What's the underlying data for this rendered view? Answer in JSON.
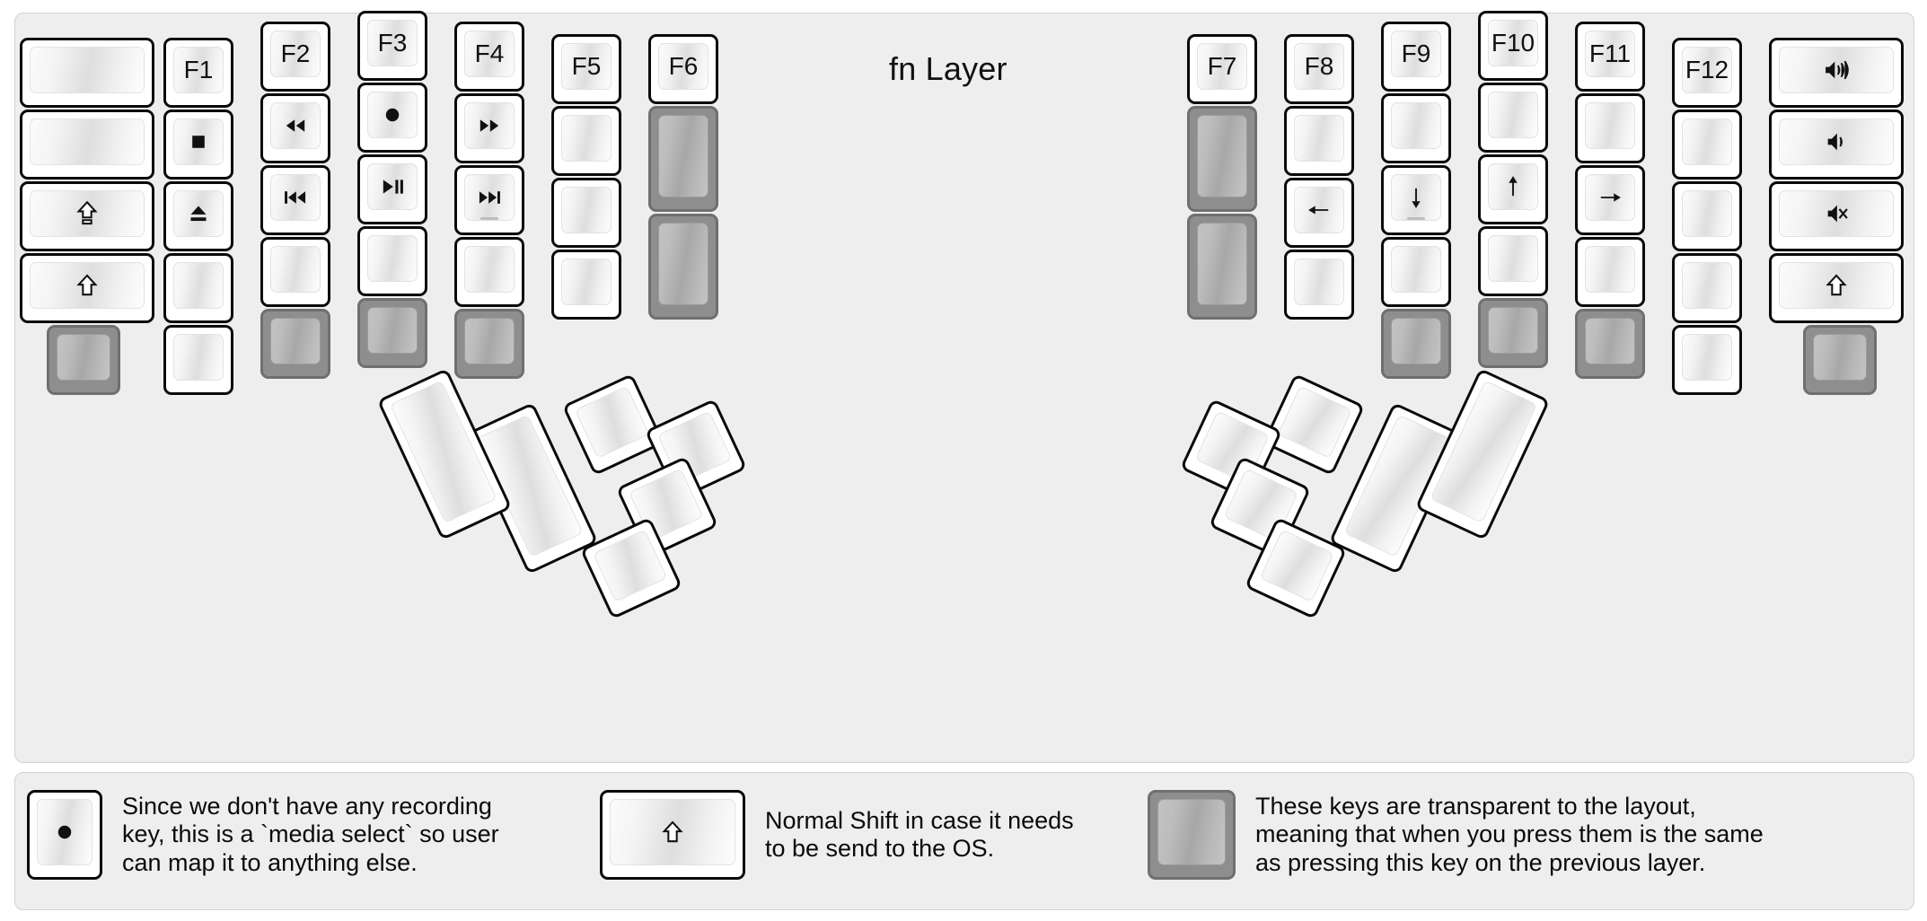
{
  "page": {
    "title": "fn Layer",
    "background": "#eeeeee",
    "key_fill": "#ffffff",
    "transparent_key_fill": "#8e8e8e",
    "outline": "#0a0a0a"
  },
  "left_half": {
    "name": "left-keyboard-half",
    "columns": [
      {
        "name": "col-outer-left",
        "keys": [
          {
            "label": "",
            "icon": "",
            "state": "normal"
          },
          {
            "label": "",
            "icon": "",
            "state": "normal"
          },
          {
            "label": "",
            "icon": "shift-lock-icon",
            "state": "normal"
          },
          {
            "label": "",
            "icon": "shift-icon",
            "state": "normal"
          },
          {
            "label": "",
            "icon": "",
            "state": "transparent"
          }
        ]
      },
      {
        "name": "col-f1",
        "keys": [
          {
            "label": "F1",
            "icon": "",
            "state": "normal"
          },
          {
            "label": "",
            "icon": "media-stop-icon",
            "state": "normal"
          },
          {
            "label": "",
            "icon": "media-eject-icon",
            "state": "normal"
          },
          {
            "label": "",
            "icon": "",
            "state": "normal"
          },
          {
            "label": "",
            "icon": "",
            "state": "normal"
          }
        ]
      },
      {
        "name": "col-f2",
        "keys": [
          {
            "label": "F2",
            "icon": "",
            "state": "normal"
          },
          {
            "label": "",
            "icon": "media-rewind-icon",
            "state": "normal"
          },
          {
            "label": "",
            "icon": "media-previous-icon",
            "state": "normal"
          },
          {
            "label": "",
            "icon": "",
            "state": "normal"
          },
          {
            "label": "",
            "icon": "",
            "state": "transparent"
          }
        ]
      },
      {
        "name": "col-f3",
        "keys": [
          {
            "label": "F3",
            "icon": "",
            "state": "normal"
          },
          {
            "label": "",
            "icon": "media-record-icon",
            "state": "normal"
          },
          {
            "label": "",
            "icon": "media-play-pause-icon",
            "state": "normal"
          },
          {
            "label": "",
            "icon": "",
            "state": "normal"
          },
          {
            "label": "",
            "icon": "",
            "state": "transparent"
          }
        ]
      },
      {
        "name": "col-f4",
        "keys": [
          {
            "label": "F4",
            "icon": "",
            "state": "normal"
          },
          {
            "label": "",
            "icon": "media-fast-forward-icon",
            "state": "normal"
          },
          {
            "label": "",
            "icon": "media-next-icon",
            "state": "normal"
          },
          {
            "label": "",
            "icon": "",
            "state": "normal"
          },
          {
            "label": "",
            "icon": "",
            "state": "transparent"
          }
        ]
      },
      {
        "name": "col-f5",
        "keys": [
          {
            "label": "F5",
            "icon": "",
            "state": "normal"
          },
          {
            "label": "",
            "icon": "",
            "state": "normal"
          },
          {
            "label": "",
            "icon": "",
            "state": "normal"
          },
          {
            "label": "",
            "icon": "",
            "state": "normal"
          }
        ]
      },
      {
        "name": "col-f6",
        "keys": [
          {
            "label": "F6",
            "icon": "",
            "state": "normal"
          },
          {
            "label": "",
            "icon": "",
            "state": "transparent"
          },
          {
            "label": "",
            "icon": "",
            "state": "transparent"
          }
        ]
      }
    ],
    "thumb_cluster": {
      "name": "left-thumb-cluster",
      "keys": [
        {
          "label": "",
          "icon": "",
          "state": "normal"
        },
        {
          "label": "",
          "icon": "",
          "state": "normal"
        },
        {
          "label": "",
          "icon": "",
          "state": "normal"
        },
        {
          "label": "",
          "icon": "",
          "state": "normal"
        },
        {
          "label": "",
          "icon": "",
          "state": "normal"
        },
        {
          "label": "",
          "icon": "",
          "state": "normal"
        }
      ]
    }
  },
  "right_half": {
    "name": "right-keyboard-half",
    "columns": [
      {
        "name": "col-f7",
        "keys": [
          {
            "label": "F7",
            "icon": "",
            "state": "normal"
          },
          {
            "label": "",
            "icon": "",
            "state": "transparent"
          },
          {
            "label": "",
            "icon": "",
            "state": "transparent"
          }
        ]
      },
      {
        "name": "col-f8",
        "keys": [
          {
            "label": "F8",
            "icon": "",
            "state": "normal"
          },
          {
            "label": "",
            "icon": "",
            "state": "normal"
          },
          {
            "label": "",
            "icon": "arrow-left-icon",
            "state": "normal"
          },
          {
            "label": "",
            "icon": "",
            "state": "normal"
          }
        ]
      },
      {
        "name": "col-f9",
        "keys": [
          {
            "label": "F9",
            "icon": "",
            "state": "normal"
          },
          {
            "label": "",
            "icon": "",
            "state": "normal"
          },
          {
            "label": "",
            "icon": "arrow-down-icon",
            "state": "normal"
          },
          {
            "label": "",
            "icon": "",
            "state": "normal"
          },
          {
            "label": "",
            "icon": "",
            "state": "transparent"
          }
        ]
      },
      {
        "name": "col-f10",
        "keys": [
          {
            "label": "F10",
            "icon": "",
            "state": "normal"
          },
          {
            "label": "",
            "icon": "",
            "state": "normal"
          },
          {
            "label": "",
            "icon": "arrow-up-icon",
            "state": "normal"
          },
          {
            "label": "",
            "icon": "",
            "state": "normal"
          },
          {
            "label": "",
            "icon": "",
            "state": "transparent"
          }
        ]
      },
      {
        "name": "col-f11",
        "keys": [
          {
            "label": "F11",
            "icon": "",
            "state": "normal"
          },
          {
            "label": "",
            "icon": "",
            "state": "normal"
          },
          {
            "label": "",
            "icon": "arrow-right-icon",
            "state": "normal"
          },
          {
            "label": "",
            "icon": "",
            "state": "normal"
          },
          {
            "label": "",
            "icon": "",
            "state": "transparent"
          }
        ]
      },
      {
        "name": "col-f12",
        "keys": [
          {
            "label": "F12",
            "icon": "",
            "state": "normal"
          },
          {
            "label": "",
            "icon": "",
            "state": "normal"
          },
          {
            "label": "",
            "icon": "",
            "state": "normal"
          },
          {
            "label": "",
            "icon": "",
            "state": "normal"
          },
          {
            "label": "",
            "icon": "",
            "state": "normal"
          }
        ]
      },
      {
        "name": "col-outer-right",
        "keys": [
          {
            "label": "",
            "icon": "volume-up-icon",
            "state": "normal"
          },
          {
            "label": "",
            "icon": "volume-down-icon",
            "state": "normal"
          },
          {
            "label": "",
            "icon": "volume-mute-icon",
            "state": "normal"
          },
          {
            "label": "",
            "icon": "shift-icon",
            "state": "normal"
          },
          {
            "label": "",
            "icon": "",
            "state": "transparent"
          }
        ]
      }
    ],
    "thumb_cluster": {
      "name": "right-thumb-cluster",
      "keys": [
        {
          "label": "",
          "icon": "",
          "state": "normal"
        },
        {
          "label": "",
          "icon": "",
          "state": "normal"
        },
        {
          "label": "",
          "icon": "",
          "state": "normal"
        },
        {
          "label": "",
          "icon": "",
          "state": "normal"
        },
        {
          "label": "",
          "icon": "",
          "state": "normal"
        },
        {
          "label": "",
          "icon": "",
          "state": "normal"
        }
      ]
    }
  },
  "legend": {
    "items": [
      {
        "icon": "media-record-icon",
        "state": "normal",
        "text": "Since we don't have any recording\nkey, this is a `media select` so user\ncan map it to anything else."
      },
      {
        "icon": "shift-icon",
        "state": "normal",
        "text": "Normal Shift in case it needs\nto be send to the OS."
      },
      {
        "icon": "",
        "state": "transparent",
        "text": "These keys are transparent to the layout,\nmeaning that when you press them is the same\nas pressing this key on the previous layer."
      }
    ]
  }
}
